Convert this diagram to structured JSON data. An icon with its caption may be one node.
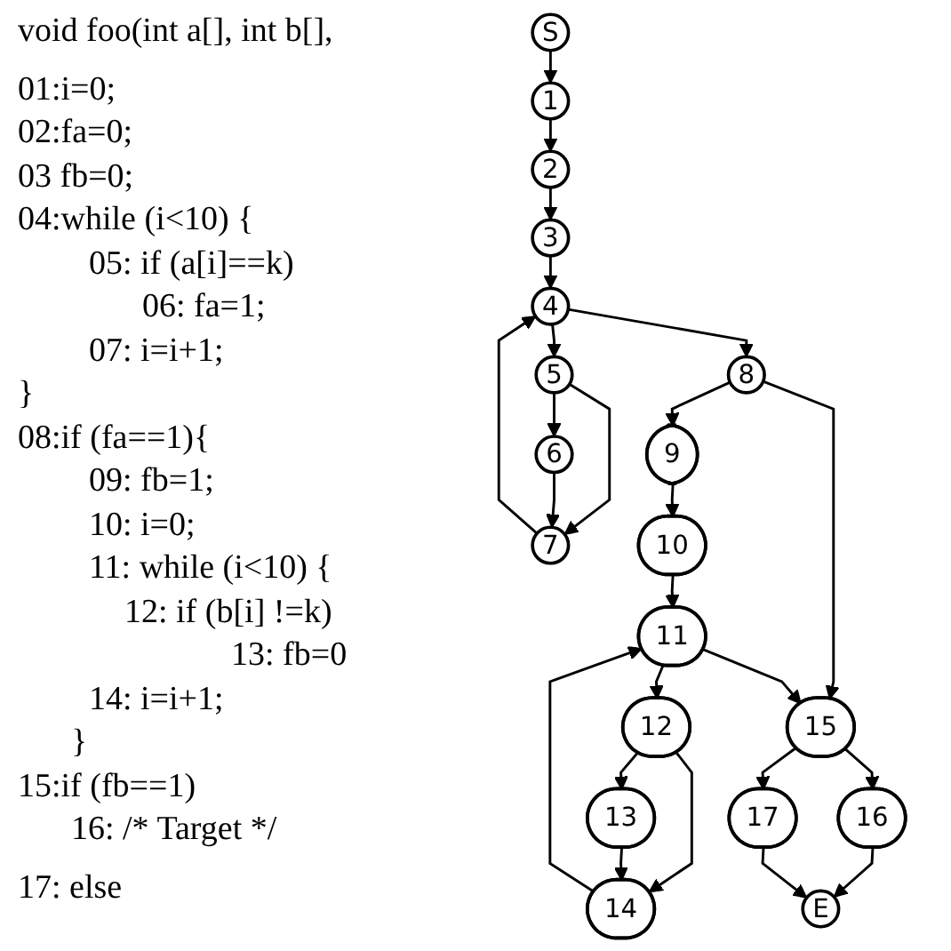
{
  "diagram": {
    "nodes": [
      {
        "text": [
          "S"
        ]
      },
      {
        "text": [
          "1"
        ]
      },
      {
        "text": [
          "2"
        ]
      },
      {
        "text": [
          "3"
        ]
      },
      {
        "text": [
          "4"
        ]
      },
      {
        "text": [
          "5"
        ]
      },
      {
        "text": [
          "6"
        ]
      },
      {
        "text": [
          "7"
        ]
      },
      {
        "text": [
          "8"
        ]
      },
      {
        "text": [
          "9"
        ]
      },
      {
        "text": [
          "10"
        ]
      },
      {
        "text": [
          "11"
        ]
      },
      {
        "text": [
          "12"
        ]
      },
      {
        "text": [
          "13"
        ]
      },
      {
        "text": [
          "14"
        ]
      },
      {
        "text": [
          "15"
        ]
      },
      {
        "text": [
          "16"
        ]
      },
      {
        "text": [
          "17"
        ]
      },
      {
        "text": [
          "E"
        ]
      }
    ],
    "edges": [
      {
        "from": 0,
        "to": 1,
        "arrow": "to"
      },
      {
        "from": 1,
        "to": 2,
        "arrow": "to"
      },
      {
        "from": 2,
        "to": 3,
        "arrow": "to"
      },
      {
        "from": 3,
        "to": 4,
        "arrow": "to"
      },
      {
        "from": 4,
        "to": 5,
        "arrow": "to"
      },
      {
        "from": 5,
        "to": 6,
        "arrow": "to"
      },
      {
        "from": 5,
        "to": 7,
        "arrow": "to"
      },
      {
        "from": 6,
        "to": 7,
        "arrow": "to"
      },
      {
        "from": 7,
        "to": 4,
        "arrow": "to"
      },
      {
        "from": 4,
        "to": 8,
        "arrow": "to"
      },
      {
        "from": 8,
        "to": 9,
        "arrow": "to"
      },
      {
        "from": 8,
        "to": 15,
        "arrow": "to"
      },
      {
        "from": 9,
        "to": 10,
        "arrow": "to"
      },
      {
        "from": 10,
        "to": 11,
        "arrow": "to"
      },
      {
        "from": 11,
        "to": 12,
        "arrow": "to"
      },
      {
        "from": 12,
        "to": 13,
        "arrow": "to"
      },
      {
        "from": 12,
        "to": 14,
        "arrow": "to"
      },
      {
        "from": 13,
        "to": 14,
        "arrow": "to"
      },
      {
        "from": 14,
        "to": 11,
        "arrow": "to"
      },
      {
        "from": 11,
        "to": 15,
        "arrow": "to"
      },
      {
        "from": 15,
        "to": 16,
        "arrow": "to"
      },
      {
        "from": 15,
        "to": 17,
        "arrow": "to"
      },
      {
        "from": 16,
        "to": 18,
        "arrow": "to"
      },
      {
        "from": 17,
        "to": 18,
        "arrow": "to"
      }
    ],
    "labels": [
      "void foo(int a[], int b[],",
      "01:i=0;",
      "02:fa=0;",
      "03 fb=0;",
      "04:while (i<10) {",
      "05: if (a[i]==k)",
      "06: fa=1;",
      "07: i=i+1;",
      "}",
      "08:if (fa==1){",
      "09: fb=1;",
      "10: i=0;",
      "11: while (i<10) {",
      "12: if (b[i] !=k)",
      "13: fb=0",
      "14: i=i+1;",
      "}",
      "15:if (fb==1)",
      "16: /* Target */",
      "17: else"
    ]
  }
}
